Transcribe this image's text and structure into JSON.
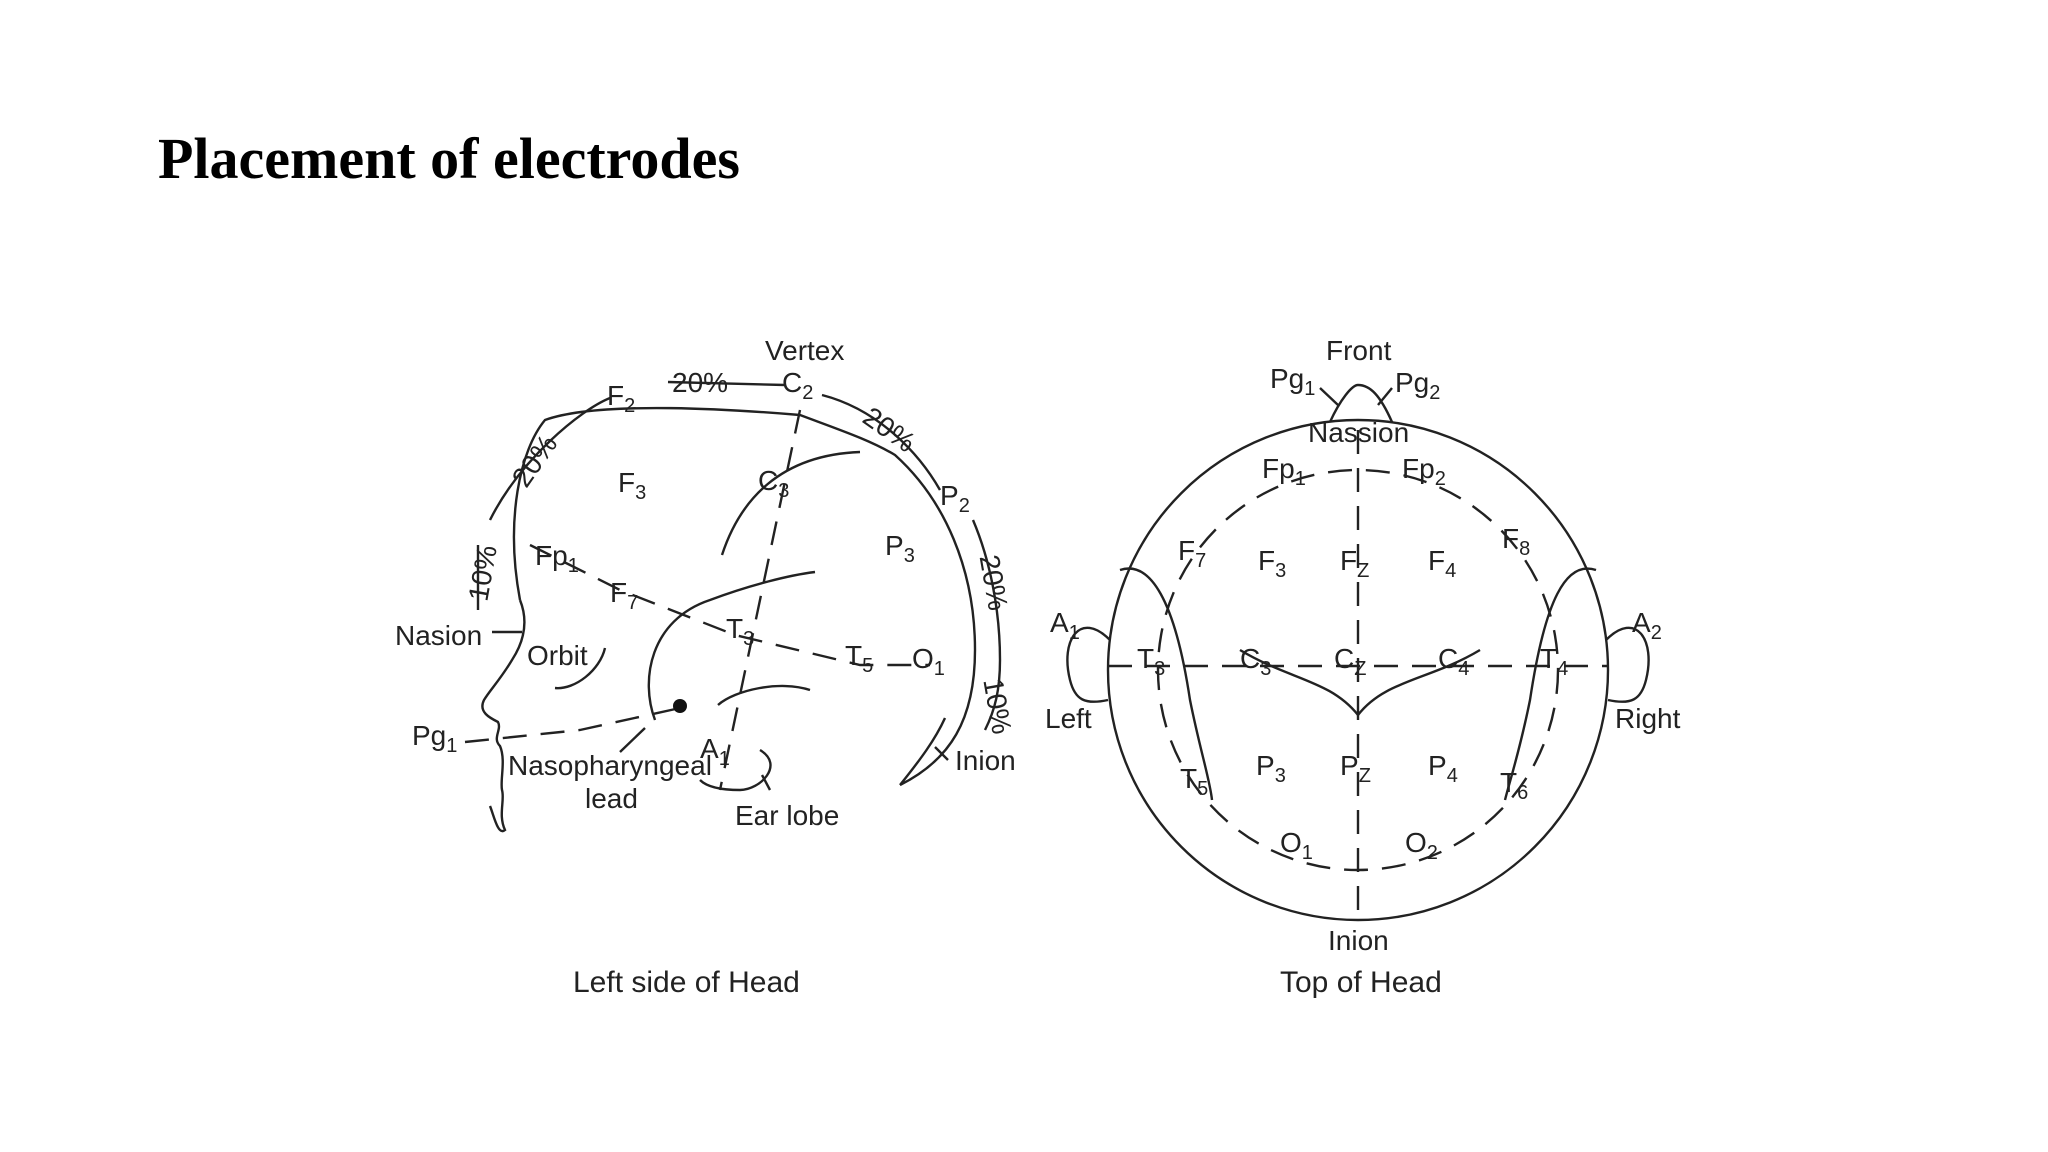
{
  "title": "Placement of electrodes",
  "side": {
    "caption": "Left side of Head",
    "vertex": "Vertex",
    "nasion": "Nasion",
    "orbit": "Orbit",
    "inion": "Inion",
    "ear_lobe": "Ear lobe",
    "nasopharyngeal": "Nasopharyngeal",
    "lead": "lead",
    "pct20": "20%",
    "pct10": "10%",
    "electrodes": [
      {
        "b": "F",
        "s": "2"
      },
      {
        "b": "C",
        "s": "2"
      },
      {
        "b": "P",
        "s": "2"
      },
      {
        "b": "F",
        "s": "3"
      },
      {
        "b": "C",
        "s": "3"
      },
      {
        "b": "P",
        "s": "3"
      },
      {
        "b": "Fp",
        "s": "1"
      },
      {
        "b": "F",
        "s": "7"
      },
      {
        "b": "T",
        "s": "3"
      },
      {
        "b": "T",
        "s": "5"
      },
      {
        "b": "O",
        "s": "1"
      },
      {
        "b": "Pg",
        "s": "1"
      },
      {
        "b": "A",
        "s": "1"
      }
    ]
  },
  "top": {
    "caption": "Top of Head",
    "front": "Front",
    "nassion": "Nassion",
    "inion": "Inion",
    "left": "Left",
    "right": "Right",
    "electrodes": [
      {
        "b": "Pg",
        "s": "1"
      },
      {
        "b": "Pg",
        "s": "2"
      },
      {
        "b": "Fp",
        "s": "1"
      },
      {
        "b": "Fp",
        "s": "2"
      },
      {
        "b": "F",
        "s": "7"
      },
      {
        "b": "F",
        "s": "3"
      },
      {
        "b": "F",
        "s": "Z"
      },
      {
        "b": "F",
        "s": "4"
      },
      {
        "b": "F",
        "s": "8"
      },
      {
        "b": "A",
        "s": "1"
      },
      {
        "b": "A",
        "s": "2"
      },
      {
        "b": "T",
        "s": "3"
      },
      {
        "b": "C",
        "s": "3"
      },
      {
        "b": "C",
        "s": "Z"
      },
      {
        "b": "C",
        "s": "4"
      },
      {
        "b": "T",
        "s": "4"
      },
      {
        "b": "T",
        "s": "5"
      },
      {
        "b": "P",
        "s": "3"
      },
      {
        "b": "P",
        "s": "Z"
      },
      {
        "b": "P",
        "s": "4"
      },
      {
        "b": "T",
        "s": "6"
      },
      {
        "b": "O",
        "s": "1"
      },
      {
        "b": "O",
        "s": "2"
      }
    ]
  }
}
